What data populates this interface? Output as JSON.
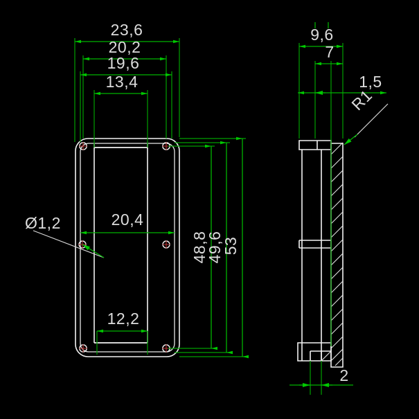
{
  "drawing": {
    "title": "Pickup Ring / Mounting Bezel Technical Drawing",
    "background_color": "#000000",
    "geometry_color": "#f2f2f2",
    "dimension_color": "#00b400",
    "text_color": "#dcdcdc",
    "units_note": "decimal comma notation (European)"
  },
  "front_view": {
    "name": "front-view",
    "description": "Rounded rectangular plate with four corner mounting holes and a central cutout",
    "dimensions": {
      "overall_width": "23,6",
      "outer_hole_span": "20,2",
      "inner_width": "19,6",
      "top_cutout_width": "13,4",
      "cutout_width": "20,4",
      "bottom_cutout_width": "12,2",
      "hole_vertical_span": "48,8",
      "inner_height": "49,6",
      "overall_height": "53",
      "hole_diameter": "Ø1,2"
    }
  },
  "section_view": {
    "name": "section-view",
    "description": "Right side cross-section with hatched wall, top flange and bottom rib",
    "dimensions": {
      "overall_depth": "9,6",
      "inner_depth": "7",
      "flange_thickness": "1,5",
      "corner_radius": "R1",
      "base_thickness": "2"
    }
  },
  "labels": {
    "d_23_6": "23,6",
    "d_20_2": "20,2",
    "d_19_6": "19,6",
    "d_13_4": "13,4",
    "d_20_4": "20,4",
    "d_12_2": "12,2",
    "d_48_8": "48,8",
    "d_49_6": "49,6",
    "d_53": "53",
    "d_dia_1_2": "Ø1,2",
    "d_9_6": "9,6",
    "d_7": "7",
    "d_1_5": "1,5",
    "d_r1": "R1",
    "d_2": "2"
  }
}
